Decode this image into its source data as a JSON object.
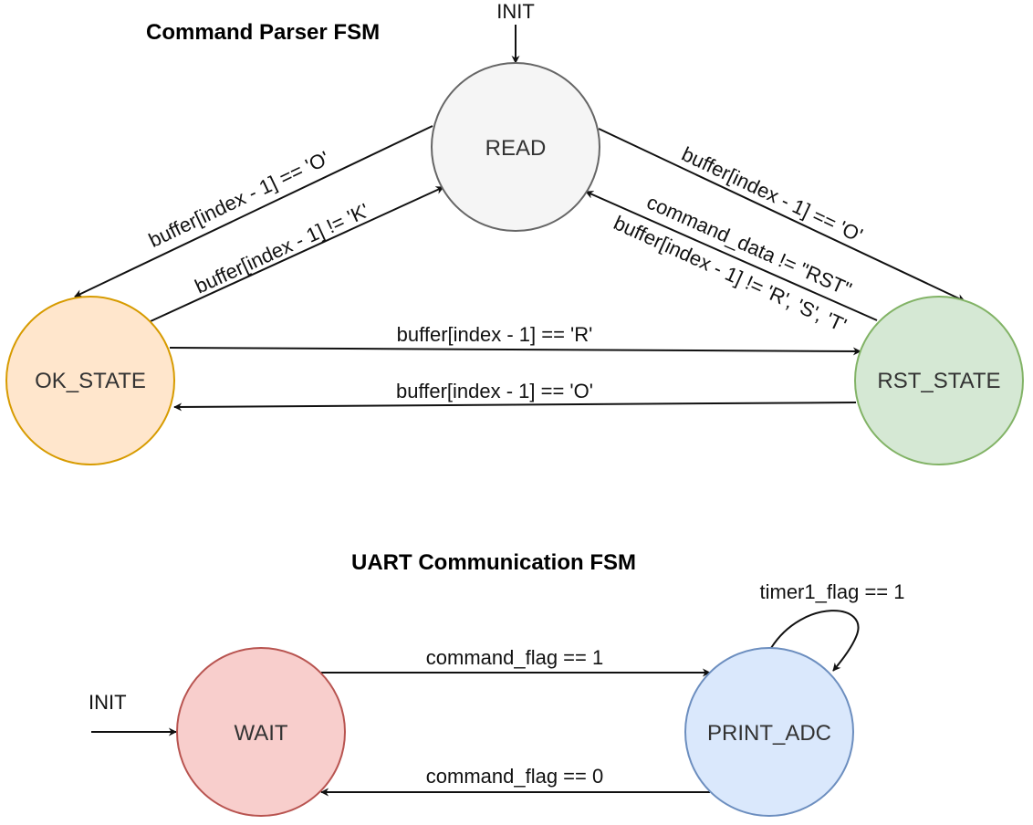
{
  "fsm1": {
    "title": "Command Parser FSM",
    "init_label": "INIT",
    "states": {
      "read": {
        "label": "READ",
        "fill": "#f5f5f5",
        "stroke": "#666666"
      },
      "ok_state": {
        "label": "OK_STATE",
        "fill": "#ffe6cc",
        "stroke": "#d79b00"
      },
      "rst_state": {
        "label": "RST_STATE",
        "fill": "#d5e8d4",
        "stroke": "#82b366"
      }
    },
    "transitions": {
      "read_to_ok": "buffer[index - 1] == 'O'",
      "ok_to_read": "buffer[index - 1] != 'K'",
      "read_to_rst": "buffer[index - 1] == 'O'",
      "rst_to_read_data": "command_data != \"RST\"",
      "rst_to_read_char": "buffer[index - 1] != 'R', 'S', 'T'",
      "ok_to_rst": "buffer[index - 1] == 'R'",
      "rst_to_ok": "buffer[index - 1] == 'O'"
    }
  },
  "fsm2": {
    "title": "UART Communication FSM",
    "init_label": "INIT",
    "states": {
      "wait": {
        "label": "WAIT",
        "fill": "#f8cecc",
        "stroke": "#b85450"
      },
      "print_adc": {
        "label": "PRINT_ADC",
        "fill": "#dae8fc",
        "stroke": "#6c8ebf"
      }
    },
    "transitions": {
      "wait_to_print": "command_flag == 1",
      "print_to_wait": "command_flag == 0",
      "print_self": "timer1_flag == 1"
    }
  }
}
